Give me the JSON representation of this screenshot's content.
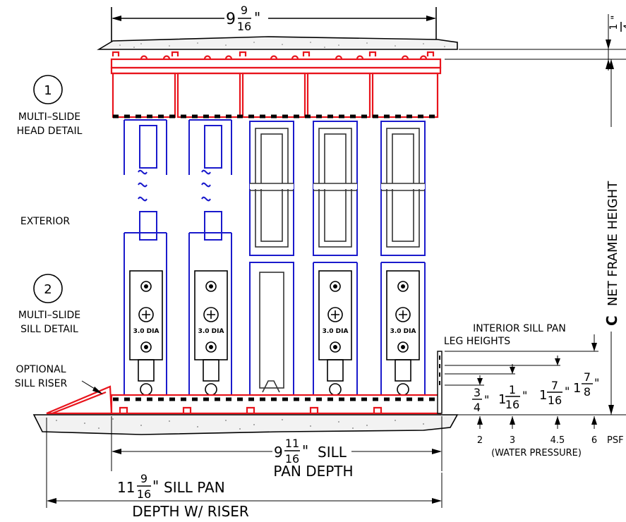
{
  "labels": {
    "circle_1": "1",
    "head_detail_line1": "MULTI–SLIDE",
    "head_detail_line2": "HEAD DETAIL",
    "exterior": "EXTERIOR",
    "circle_2": "2",
    "sill_detail_line1": "MULTI–SLIDE",
    "sill_detail_line2": "SILL DETAIL",
    "riser_line1": "OPTIONAL",
    "riser_line2": "SILL RISER",
    "interior_line1": "INTERIOR SILL PAN",
    "interior_line2": "LEG HEIGHTS",
    "net_frame": "NET FRAME HEIGHT",
    "centerline_symbol": "C",
    "roller_label": "3.0 DIA"
  },
  "dimensions": {
    "top_width": {
      "whole": "9",
      "num": "9",
      "den": "16",
      "unit": "\""
    },
    "right_top": {
      "num": "1",
      "den": "4",
      "unit": "\""
    },
    "sill_pan_depth": {
      "whole": "9",
      "num": "11",
      "den": "16",
      "unit": "\"",
      "text1": "SILL",
      "text2": "PAN DEPTH"
    },
    "sill_pan_riser": {
      "whole": "11",
      "num": "9",
      "den": "16",
      "unit": "\"",
      "text1": "SILL PAN",
      "text2": "DEPTH W/ RISER"
    },
    "leg_heights": [
      {
        "whole": "",
        "num": "3",
        "den": "4",
        "unit": "\""
      },
      {
        "whole": "1",
        "num": "1",
        "den": "16",
        "unit": "\""
      },
      {
        "whole": "1",
        "num": "7",
        "den": "16",
        "unit": "\""
      },
      {
        "whole": "1",
        "num": "7",
        "den": "8",
        "unit": "\""
      }
    ]
  },
  "pressure": {
    "values": [
      "2",
      "3",
      "4.5",
      "6"
    ],
    "unit": "PSF",
    "caption": "(WATER PRESSURE)"
  },
  "colors": {
    "frame": "#e8141c",
    "panel": "#1a1acc",
    "fixed_panel": "#333333",
    "line": "#000000"
  }
}
